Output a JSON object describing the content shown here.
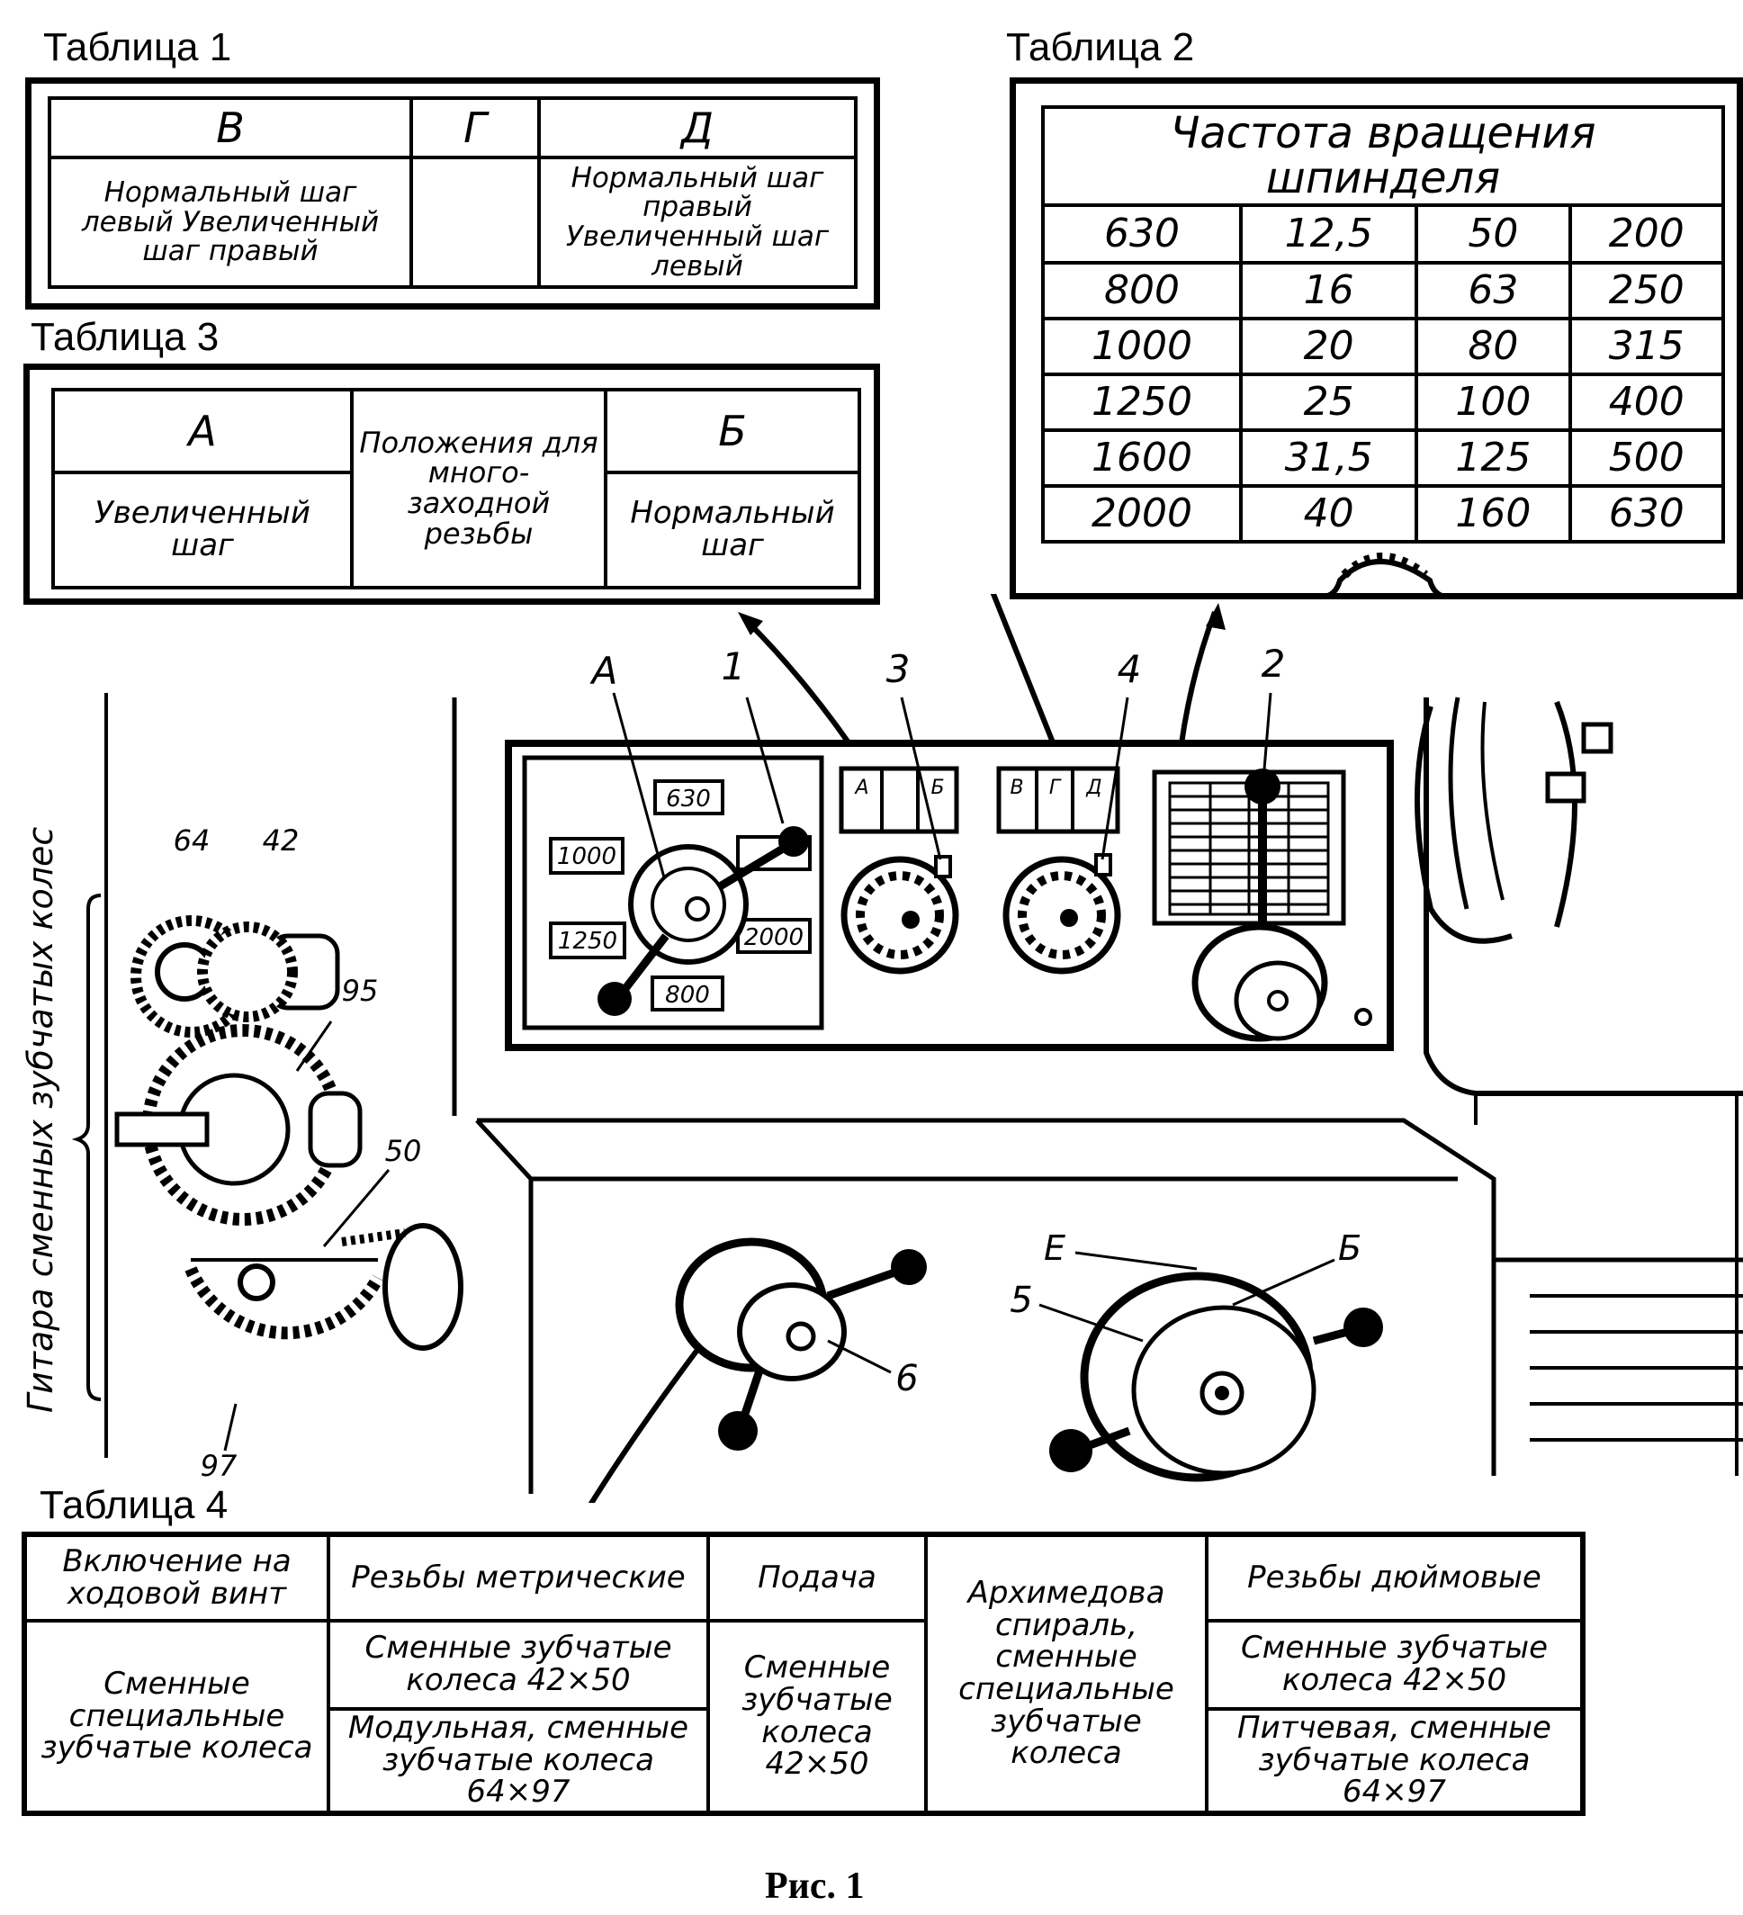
{
  "table1": {
    "caption": "Таблица 1",
    "headers": [
      "В",
      "Г",
      "Д"
    ],
    "cells": [
      "Нормальный шаг левый Увеличенный шаг правый",
      "",
      "Нормальный шаг правый Увеличенный шаг левый"
    ]
  },
  "table2": {
    "caption": "Таблица 2",
    "header": "Частота вращения шпинделя",
    "rows": [
      [
        "630",
        "12,5",
        "50",
        "200"
      ],
      [
        "800",
        "16",
        "63",
        "250"
      ],
      [
        "1000",
        "20",
        "80",
        "315"
      ],
      [
        "1250",
        "25",
        "100",
        "400"
      ],
      [
        "1600",
        "31,5",
        "125",
        "500"
      ],
      [
        "2000",
        "40",
        "160",
        "630"
      ]
    ]
  },
  "table3": {
    "caption": "Таблица 3",
    "col_a": "А",
    "middle": "Положения для много-заходной резьбы",
    "col_b": "Б",
    "cell_a": "Увеличенный шаг",
    "cell_b": "Нормальный шаг"
  },
  "table4": {
    "caption": "Таблица 4",
    "headers": [
      "Включение на ходовой винт",
      "Резьбы метрические",
      "Подача",
      "Архимедова спираль, сменные специальные зубчатые колеса",
      "Резьбы дюймовые"
    ],
    "col1": "Сменные специальные зубчатые колеса",
    "metric_1": "Сменные зубчатые колеса 42×50",
    "metric_2": "Модульная, сменные зубчатые колеса 64×97",
    "feed": "Сменные зубчатые колеса 42×50",
    "inch_1": "Сменные зубчатые колеса 42×50",
    "inch_2": "Питчевая, сменные зубчатые колеса 64×97"
  },
  "diagram": {
    "gear_label": "Гитара сменных зубчатых колес",
    "gear_numbers": [
      "64",
      "42",
      "95",
      "50",
      "97"
    ],
    "callouts": [
      "А",
      "1",
      "3",
      "4",
      "2",
      "Е",
      "Б",
      "5",
      "6"
    ],
    "dial_values": [
      "630",
      "1000",
      "1250",
      "2000",
      "800"
    ],
    "small_tabs_left": [
      "А",
      "Б"
    ],
    "small_tabs_right": [
      "В",
      "Г",
      "Д"
    ]
  },
  "figure_caption": "Рис. 1"
}
